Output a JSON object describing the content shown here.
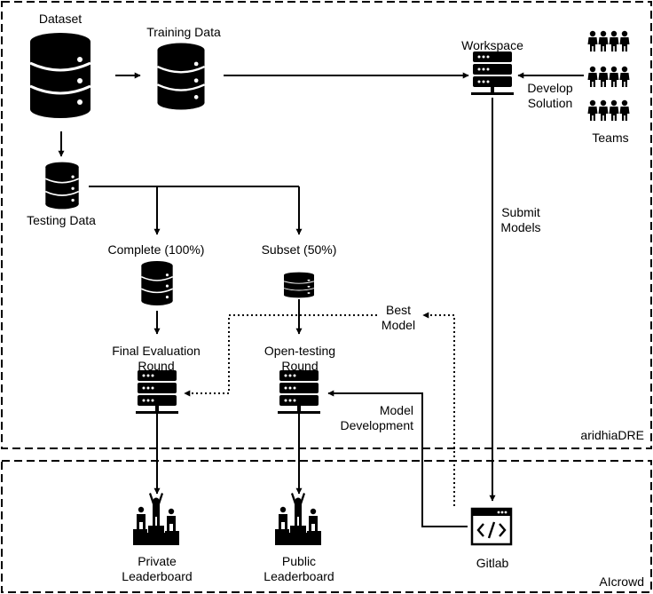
{
  "nodes": {
    "dataset": "Dataset",
    "training_data": "Training Data",
    "testing_data": "Testing Data",
    "workspace": "Workspace",
    "teams": "Teams",
    "complete": "Complete (100%)",
    "subset": "Subset (50%)",
    "final_round": "Final Evaluation\nRound",
    "open_round": "Open-testing\nRound",
    "private_leaderboard": "Private\nLeaderboard",
    "public_leaderboard": "Public\nLeaderboard",
    "gitlab": "Gitlab"
  },
  "edges": {
    "develop_solution": "Develop\nSolution",
    "submit_models": "Submit\nModels",
    "best_model": "Best\nModel",
    "model_development": "Model\nDevelopment"
  },
  "regions": {
    "aridhia": "aridhiaDRE",
    "aicrowd": "AIcrowd"
  },
  "icons": [
    "database-icon",
    "server-icon",
    "teams-icon",
    "podium-icon",
    "code-window-icon"
  ],
  "colors": {
    "stroke": "#000000",
    "background": "#ffffff"
  }
}
